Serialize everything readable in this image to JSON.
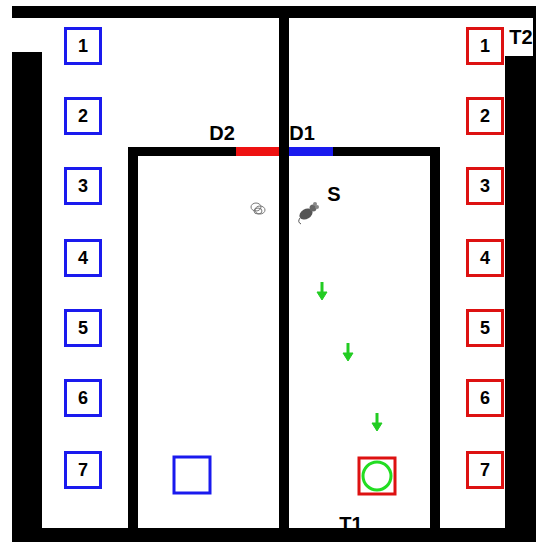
{
  "diagram": {
    "nodes": [
      {
        "text": [
          "1"
        ]
      },
      {
        "text": [
          "1"
        ]
      },
      {
        "text": [
          "2"
        ]
      },
      {
        "text": [
          "2"
        ]
      },
      {
        "text": [
          "3"
        ]
      },
      {
        "text": [
          "3"
        ]
      },
      {
        "text": [
          "4"
        ]
      },
      {
        "text": [
          "4"
        ]
      },
      {
        "text": [
          "5"
        ]
      },
      {
        "text": [
          "5"
        ]
      },
      {
        "text": [
          "6"
        ]
      },
      {
        "text": [
          "6"
        ]
      },
      {
        "text": [
          "7"
        ]
      },
      {
        "text": [
          "7"
        ]
      }
    ],
    "labels": [
      "T2",
      "D2",
      "D1",
      "S",
      "T1"
    ]
  }
}
